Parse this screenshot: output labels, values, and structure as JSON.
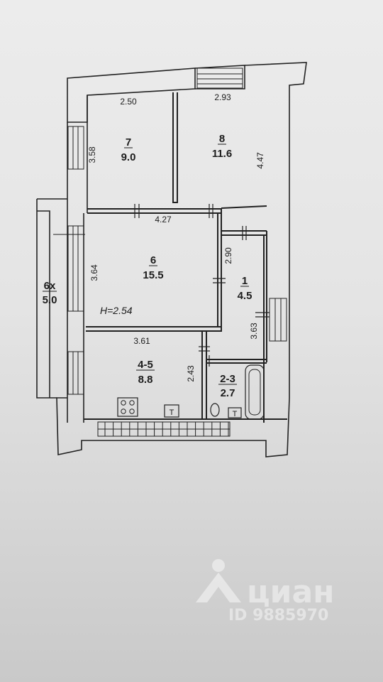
{
  "rooms": [
    {
      "number": "7",
      "area": "9.0"
    },
    {
      "number": "8",
      "area": "11.6"
    },
    {
      "number": "6",
      "area": "15.5"
    },
    {
      "number": "1",
      "area": "4.5"
    },
    {
      "number": "4-5",
      "area": "8.8"
    },
    {
      "number": "2-3",
      "area": "2.7"
    },
    {
      "number": "6х",
      "area": "5.0"
    }
  ],
  "dimensions": {
    "top_left_width": "2.50",
    "top_right_width": "2.93",
    "room7_height": "3.58",
    "room8_height": "4.47",
    "room6_width": "4.27",
    "corridor_height": "2.90",
    "room6_height": "3.64",
    "kitchen_width": "3.61",
    "hall_height": "3.63",
    "kitchen_height": "2.43"
  },
  "ceiling_height": "H=2.54",
  "stove_label": "T",
  "bath_label": "T",
  "watermark": {
    "brand": "циан",
    "id": "ID 9885970"
  }
}
